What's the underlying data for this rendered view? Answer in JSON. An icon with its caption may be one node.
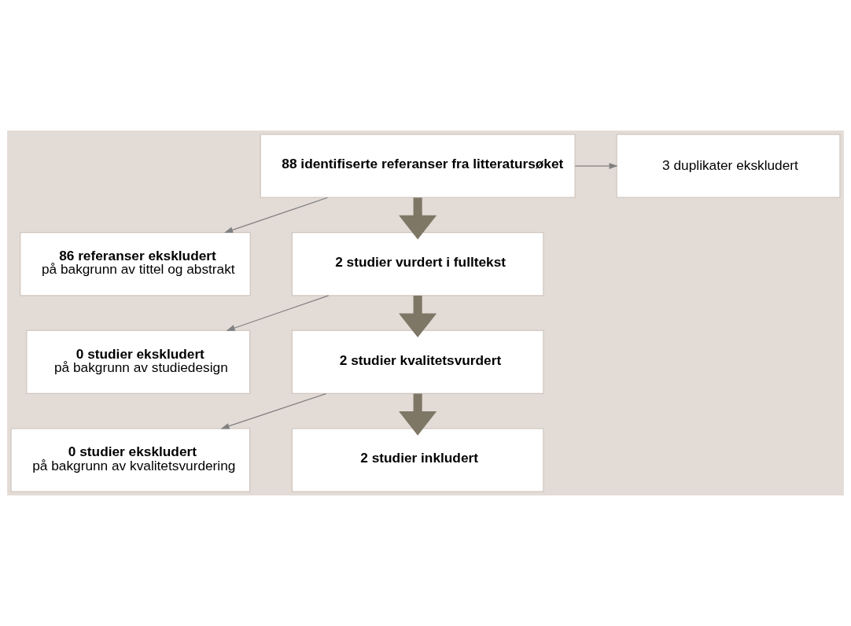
{
  "diagram": {
    "nodes": [
      {
        "text": [
          "88 identifiserte referanser fra litteratursøket"
        ]
      },
      {
        "text": [
          "3 duplikater ekskludert"
        ]
      },
      {
        "text": [
          "86 referanser ekskludert",
          "på bakgrunn av tittel og abstrakt"
        ]
      },
      {
        "text": [
          "2 studier vurdert i fulltekst"
        ]
      },
      {
        "text": [
          "0 studier ekskludert",
          "på bakgrunn av studiedesign"
        ]
      },
      {
        "text": [
          "2 studier kvalitetsvurdert"
        ]
      },
      {
        "text": [
          "0 studier ekskludert",
          "på bakgrunn av kvalitetsvurdering"
        ]
      },
      {
        "text": [
          "2 studier inkludert"
        ]
      }
    ],
    "edges": [
      {
        "from": 0,
        "to": 1,
        "arrow": "to"
      },
      {
        "from": 0,
        "to": 3,
        "arrow": "to",
        "style": "thick",
        "color": "#7f7766"
      },
      {
        "from": 0,
        "to": 2,
        "arrow": "to"
      },
      {
        "from": 3,
        "to": 5,
        "arrow": "to",
        "style": "thick",
        "color": "#7f7766"
      },
      {
        "from": 3,
        "to": 4,
        "arrow": "to"
      },
      {
        "from": 5,
        "to": 7,
        "arrow": "to",
        "style": "thick",
        "color": "#7f7766"
      },
      {
        "from": 5,
        "to": 6,
        "arrow": "to"
      }
    ]
  }
}
